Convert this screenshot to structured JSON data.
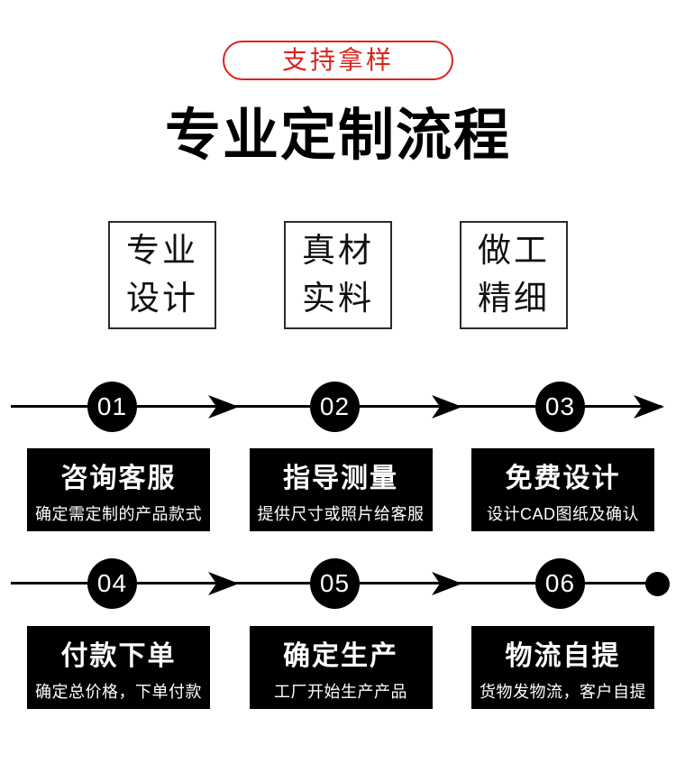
{
  "badge": {
    "label": "支持拿样"
  },
  "page_title": "专业定制流程",
  "features": [
    {
      "line1": "专业",
      "line2": "设计"
    },
    {
      "line1": "真材",
      "line2": "实料"
    },
    {
      "line1": "做工",
      "line2": "精细"
    }
  ],
  "process": {
    "rows": [
      {
        "steps": [
          {
            "number": "01",
            "title": "咨询客服",
            "desc": "确定需定制的产品款式"
          },
          {
            "number": "02",
            "title": "指导测量",
            "desc": "提供尺寸或照片给客服"
          },
          {
            "number": "03",
            "title": "免费设计",
            "desc": "设计CAD图纸及确认"
          }
        ],
        "terminator": "arrow"
      },
      {
        "steps": [
          {
            "number": "04",
            "title": "付款下单",
            "desc": "确定总价格，下单付款"
          },
          {
            "number": "05",
            "title": "确定生产",
            "desc": "工厂开始生产产品"
          },
          {
            "number": "06",
            "title": "物流自提",
            "desc": "货物发物流，客户自提"
          }
        ],
        "terminator": "dot"
      }
    ]
  },
  "colors": {
    "accent_red": "#d9241d",
    "ink": "#000000",
    "panel_bg": "#000000",
    "panel_text": "#ffffff"
  }
}
